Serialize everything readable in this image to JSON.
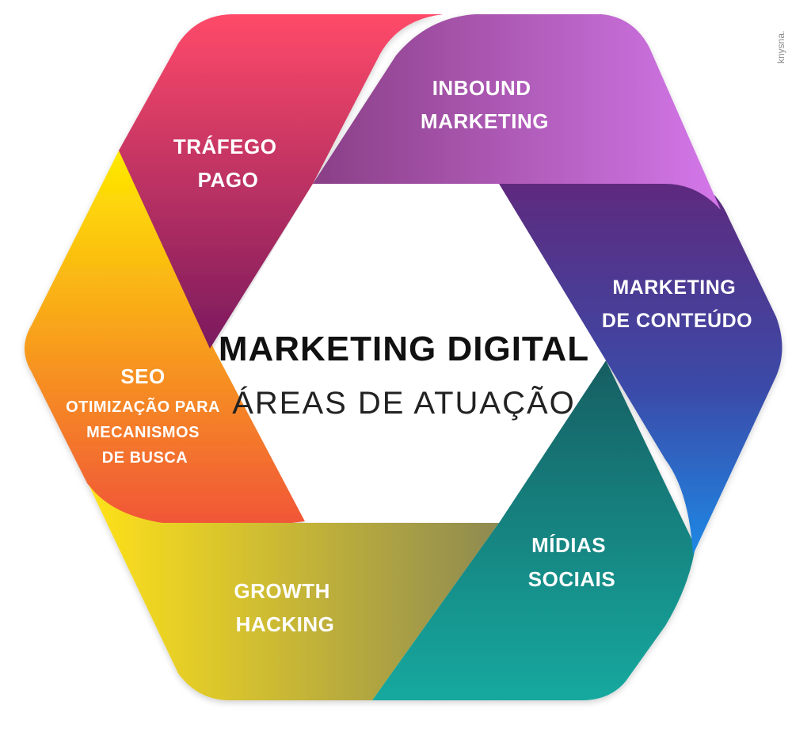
{
  "center": {
    "title": "MARKETING DIGITAL",
    "subtitle": "ÁREAS DE ATUAÇÃO"
  },
  "segments": [
    {
      "id": "trafego",
      "lines": [
        "TRÁFEGO",
        "PAGO"
      ],
      "color_start": "#ff4d6a",
      "color_end": "#7a1a5e"
    },
    {
      "id": "inbound",
      "lines": [
        "INBOUND",
        "MARKETING"
      ],
      "color_start": "#8a3f86",
      "color_end": "#d070e6"
    },
    {
      "id": "conteudo",
      "lines": [
        "MARKETING",
        "DE CONTEÚDO"
      ],
      "color_start": "#5a2a7a",
      "color_end": "#1e88e5"
    },
    {
      "id": "midias",
      "lines": [
        "MÍDIAS",
        "SOCIAIS"
      ],
      "color_start": "#0f6e66",
      "color_end": "#16a8a0"
    },
    {
      "id": "growth",
      "lines": [
        "GROWTH",
        "HACKING"
      ],
      "color_start": "#ffe11a",
      "color_end": "#8f8a4f"
    },
    {
      "id": "seo",
      "lines": [
        "SEO",
        "OTIMIZAÇÃO PARA",
        "MECANISMOS",
        "DE BUSCA"
      ],
      "color_start": "#ffe600",
      "color_end": "#f0503a"
    }
  ],
  "watermark": "knysna."
}
